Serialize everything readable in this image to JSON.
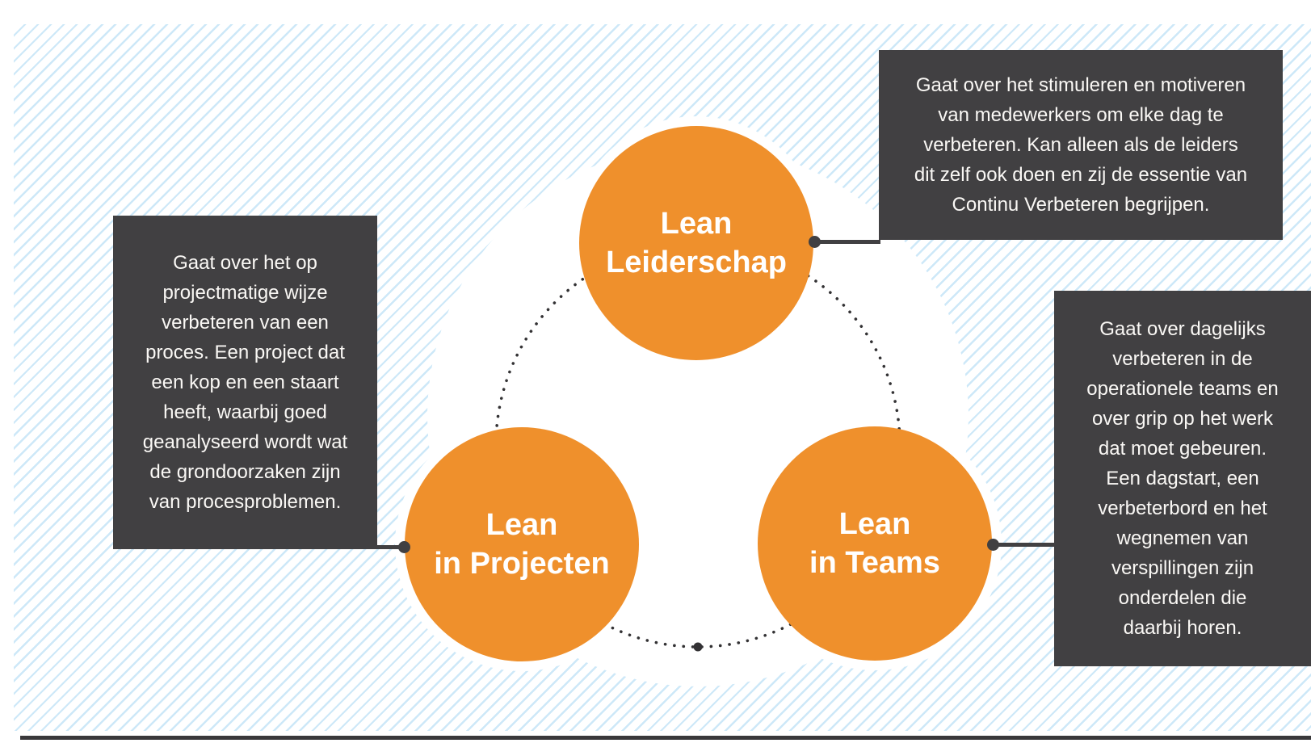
{
  "diagram": {
    "circles": [
      {
        "label": "Lean\nLeiderschap"
      },
      {
        "label": "Lean\nin Projecten"
      },
      {
        "label": "Lean\nin Teams"
      }
    ],
    "callouts": [
      {
        "text": "Gaat over het stimuleren en motiveren\nvan medewerkers om elke dag te\nverbeteren. Kan alleen als de leiders\ndit zelf ook doen en zij de essentie van\nContinu Verbeteren begrijpen."
      },
      {
        "text": "Gaat over het op\nprojectmatige wijze\nverbeteren van een\nproces. Een project dat\neen kop en een staart\nheeft, waarbij goed\ngeanalyseerd wordt wat\nde grondoorzaken zijn\nvan procesproblemen."
      },
      {
        "text": "Gaat over dagelijks\nverbeteren in de\noperationele teams en\nover grip op het werk\ndat moet gebeuren.\nEen dagstart, een\nverbeterbord en het\nwegnemen van\nverspillingen zijn\nonderdelen die\ndaarbij horen."
      }
    ],
    "colors": {
      "orange": "#EF902C",
      "dark_panel": "#414042",
      "stripe_blue": "#CDE8F8",
      "text_light": "#FAF8F5",
      "dot_dark": "#333234"
    }
  }
}
